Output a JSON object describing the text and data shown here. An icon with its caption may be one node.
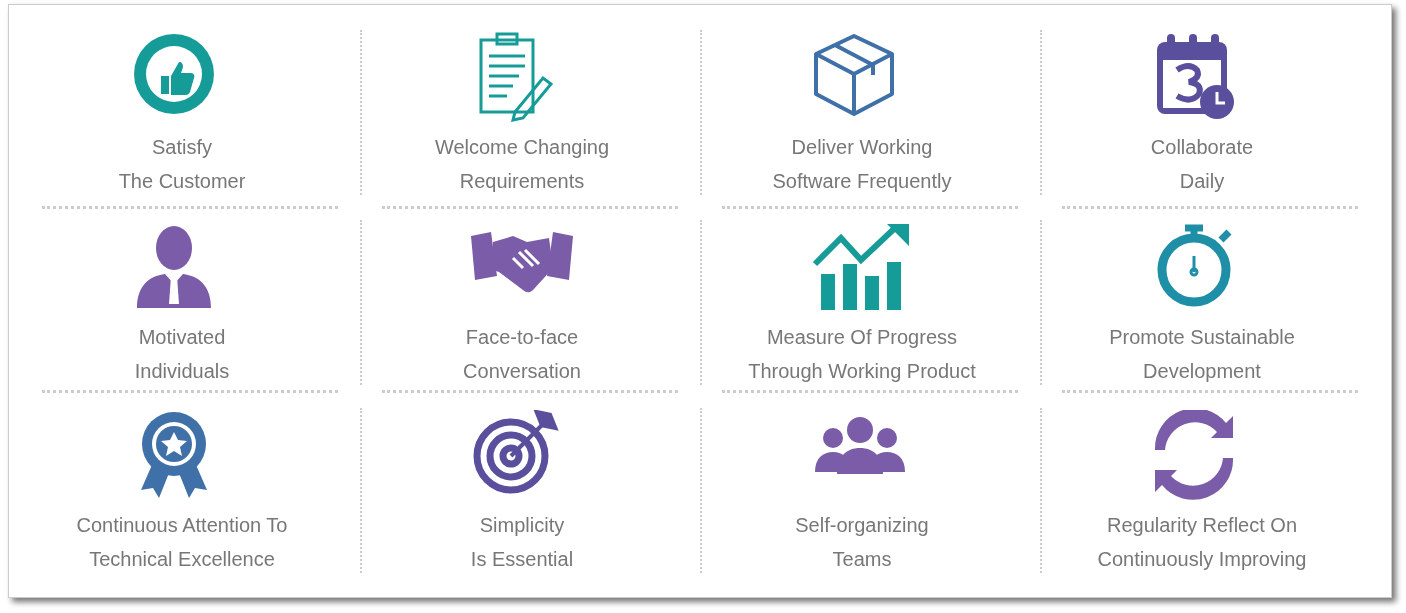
{
  "diagram": {
    "labels": [
      "Satisfy The Customer",
      "Welcome Changing Requirements",
      "Deliver Working Software Frequently",
      "Collaborate Daily",
      "Motivated Individuals",
      "Face-to-face Conversation",
      "Measure Of Progress Through Working Product",
      "Promote Sustainable Development",
      "Continuous Attention To Technical Excellence",
      "Simplicity Is Essential",
      "Self-organizing Teams",
      "Regularity Reflect On Continuously Improving"
    ]
  }
}
